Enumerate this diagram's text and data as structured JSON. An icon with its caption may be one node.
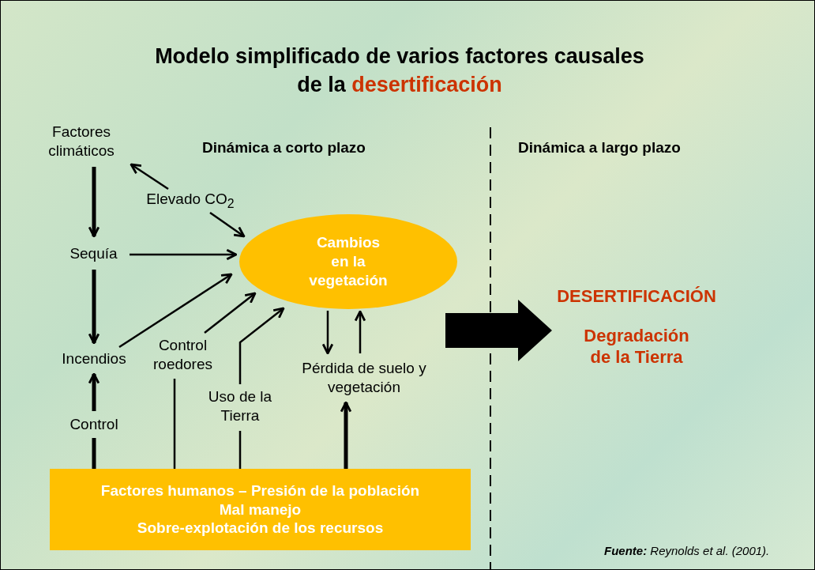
{
  "diagram": {
    "title": "Modelo simplificado de varios factores causales de la desertificación",
    "nodes": [
      {
        "text": [
          "Factores climáticos"
        ]
      },
      {
        "text": [
          "Elevado CO$_{2}$"
        ]
      },
      {
        "text": [
          "Sequía"
        ]
      },
      {
        "text": [
          "Incendios"
        ]
      },
      {
        "text": [
          "Control"
        ]
      },
      {
        "text": [
          "Control roedores"
        ]
      },
      {
        "text": [
          "Uso de la Tierra"
        ]
      },
      {
        "text": [
          "Cambios en la vegetación"
        ]
      },
      {
        "text": [
          "Pérdida de suelo y vegetación"
        ]
      },
      {
        "text": [
          "Factores humanos – Presión de la población",
          "Mal manejo",
          "Sobre-explotación de los recursos"
        ]
      },
      {
        "text": [
          "DESERTIFICACIÓN",
          "Degradación de la Tierra"
        ]
      }
    ],
    "edges": [
      {
        "from": 0,
        "to": 2,
        "arrow": "to",
        "style": "thick"
      },
      {
        "from": 1,
        "to": 0,
        "arrow": "to"
      },
      {
        "from": 1,
        "to": 7,
        "arrow": "to"
      },
      {
        "from": 2,
        "to": 7,
        "arrow": "to"
      },
      {
        "from": 2,
        "to": 3,
        "arrow": "to",
        "style": "thick"
      },
      {
        "from": 3,
        "to": 7,
        "arrow": "to"
      },
      {
        "from": 4,
        "to": 3,
        "arrow": "to",
        "style": "thick"
      },
      {
        "from": 5,
        "to": 7,
        "arrow": "to"
      },
      {
        "from": 6,
        "to": 7,
        "arrow": "to"
      },
      {
        "from": 7,
        "to": 8,
        "arrow": "to"
      },
      {
        "from": 8,
        "to": 7,
        "arrow": "to"
      },
      {
        "from": 9,
        "to": 4,
        "arrow": "none",
        "style": "thick"
      },
      {
        "from": 9,
        "to": 5,
        "arrow": "none"
      },
      {
        "from": 9,
        "to": 6,
        "arrow": "none"
      },
      {
        "from": 9,
        "to": 8,
        "arrow": "to",
        "style": "thick"
      },
      {
        "from": null,
        "to": 10,
        "arrow": "to",
        "style": "thick"
      }
    ],
    "labels": [
      "Dinámica a corto plazo",
      "Dinámica a largo plazo",
      "**Fuente:** Reynolds et al. (2001)."
    ]
  }
}
